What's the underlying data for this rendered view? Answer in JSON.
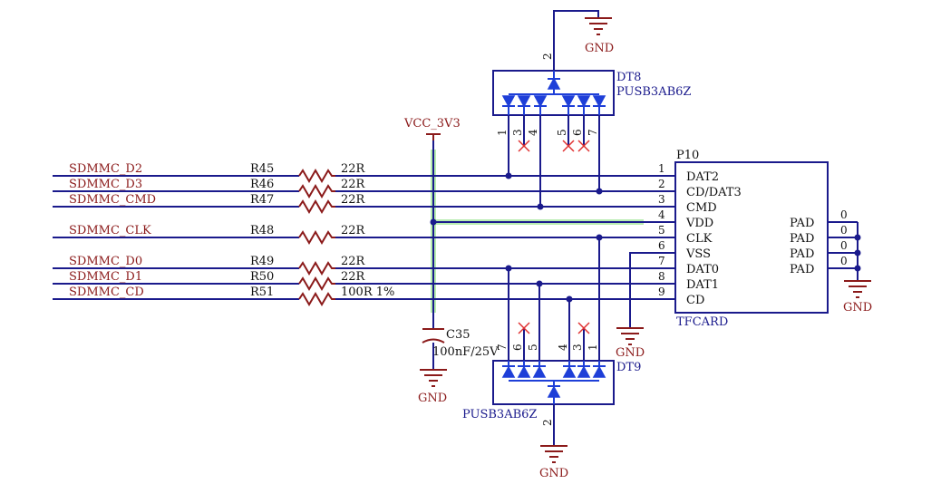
{
  "nets": {
    "d2": "SDMMC_D2",
    "d3": "SDMMC_D3",
    "cmd": "SDMMC_CMD",
    "clk": "SDMMC_CLK",
    "d0": "SDMMC_D0",
    "d1": "SDMMC_D1",
    "cd": "SDMMC_CD"
  },
  "resistors": [
    {
      "ref": "R45",
      "value": "22R"
    },
    {
      "ref": "R46",
      "value": "22R"
    },
    {
      "ref": "R47",
      "value": "22R"
    },
    {
      "ref": "R48",
      "value": "22R"
    },
    {
      "ref": "R49",
      "value": "22R"
    },
    {
      "ref": "R50",
      "value": "22R"
    },
    {
      "ref": "R51",
      "value": "100R 1%"
    }
  ],
  "power": {
    "vcc": "VCC_3V3",
    "gnd": "GND"
  },
  "capacitor": {
    "ref": "C35",
    "value": "100nF/25V"
  },
  "tvs": {
    "dt8": {
      "ref": "DT8",
      "part": "PUSB3AB6Z"
    },
    "dt9": {
      "ref": "DT9",
      "part": "PUSB3AB6Z"
    }
  },
  "dt8_pins": [
    "2",
    "1",
    "3",
    "4",
    "5",
    "6",
    "7"
  ],
  "dt9_pins": [
    "7",
    "6",
    "5",
    "4",
    "3",
    "1",
    "2"
  ],
  "connector": {
    "ref": "P10",
    "name": "TFCARD",
    "pins": [
      {
        "num": "1",
        "name": "DAT2"
      },
      {
        "num": "2",
        "name": "CD/DAT3"
      },
      {
        "num": "3",
        "name": "CMD"
      },
      {
        "num": "4",
        "name": "VDD"
      },
      {
        "num": "5",
        "name": "CLK"
      },
      {
        "num": "6",
        "name": "VSS"
      },
      {
        "num": "7",
        "name": "DAT0"
      },
      {
        "num": "8",
        "name": "DAT1"
      },
      {
        "num": "9",
        "name": "CD"
      }
    ],
    "pads": [
      {
        "num": "0",
        "name": "PAD"
      },
      {
        "num": "0",
        "name": "PAD"
      },
      {
        "num": "0",
        "name": "PAD"
      },
      {
        "num": "0",
        "name": "PAD"
      }
    ]
  }
}
